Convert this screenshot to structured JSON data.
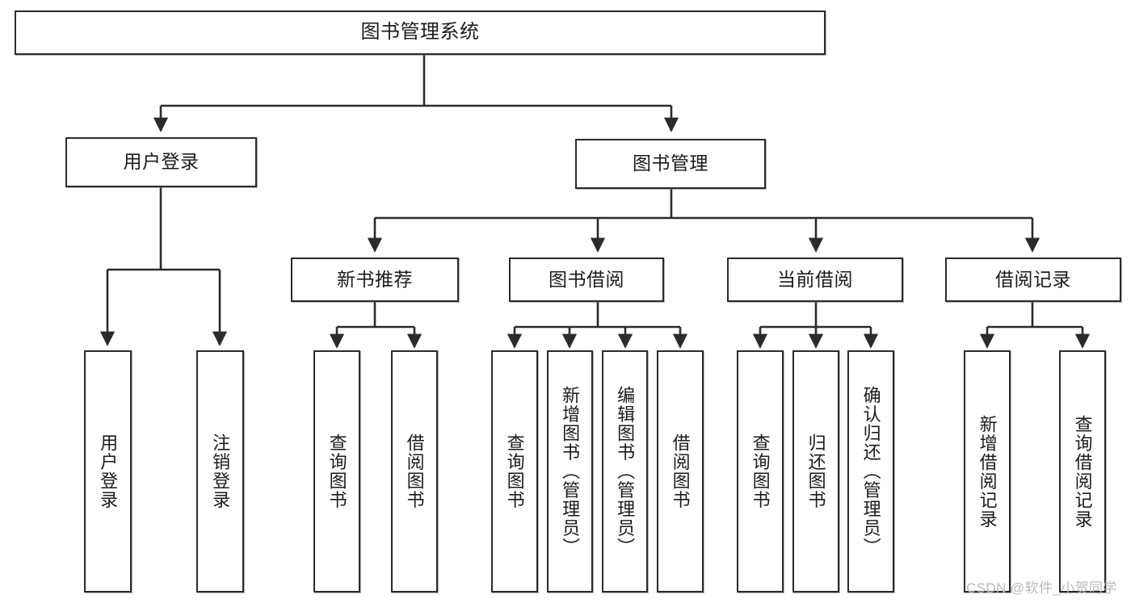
{
  "diagram": {
    "title": "图书管理系统",
    "type": "tree-hierarchy",
    "watermark": "CSDN @软件_小贺同学",
    "colors": {
      "stroke": "#2b2b2b",
      "fill": "#ffffff",
      "text": "#1b1b1b",
      "watermark": "#b9b9b9"
    },
    "nodes": {
      "root": {
        "label": "图书管理系统"
      },
      "level2": [
        {
          "label": "用户登录"
        },
        {
          "label": "图书管理"
        }
      ],
      "level3": [
        {
          "label": "新书推荐"
        },
        {
          "label": "图书借阅"
        },
        {
          "label": "当前借阅"
        },
        {
          "label": "借阅记录"
        }
      ],
      "leaves_user_login": [
        {
          "label": "用户登录"
        },
        {
          "label": "注销登录"
        }
      ],
      "leaves_new_book": [
        {
          "label": "查询图书"
        },
        {
          "label": "借阅图书"
        }
      ],
      "leaves_borrow": [
        {
          "label": "查询图书"
        },
        {
          "label": "新增图书（管理员）"
        },
        {
          "label": "编辑图书（管理员）"
        },
        {
          "label": "借阅图书"
        }
      ],
      "leaves_current": [
        {
          "label": "查询图书"
        },
        {
          "label": "归还图书"
        },
        {
          "label": "确认归还（管理员）"
        }
      ],
      "leaves_records": [
        {
          "label": "新增借阅记录"
        },
        {
          "label": "查询借阅记录"
        }
      ]
    }
  }
}
